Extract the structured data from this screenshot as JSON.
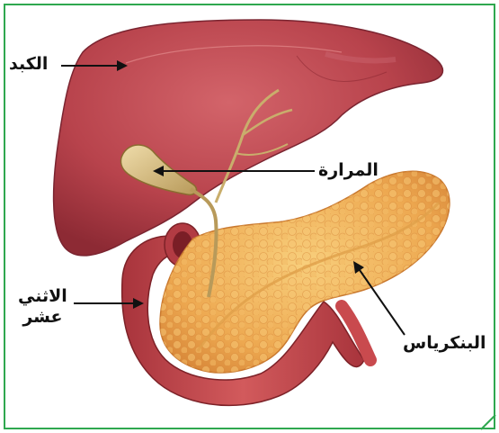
{
  "labels": {
    "liver": "الكبد",
    "gallbladder": "المرارة",
    "duodenum_line1": "الاثني",
    "duodenum_line2": "عشر",
    "pancreas": "البنكرياس"
  },
  "colors": {
    "frame_border": "#2fa84f",
    "liver": "#b8434c",
    "pancreas": "#f0b15a",
    "duodenum": "#c94a4e",
    "gallbladder": "#d9c08a"
  }
}
